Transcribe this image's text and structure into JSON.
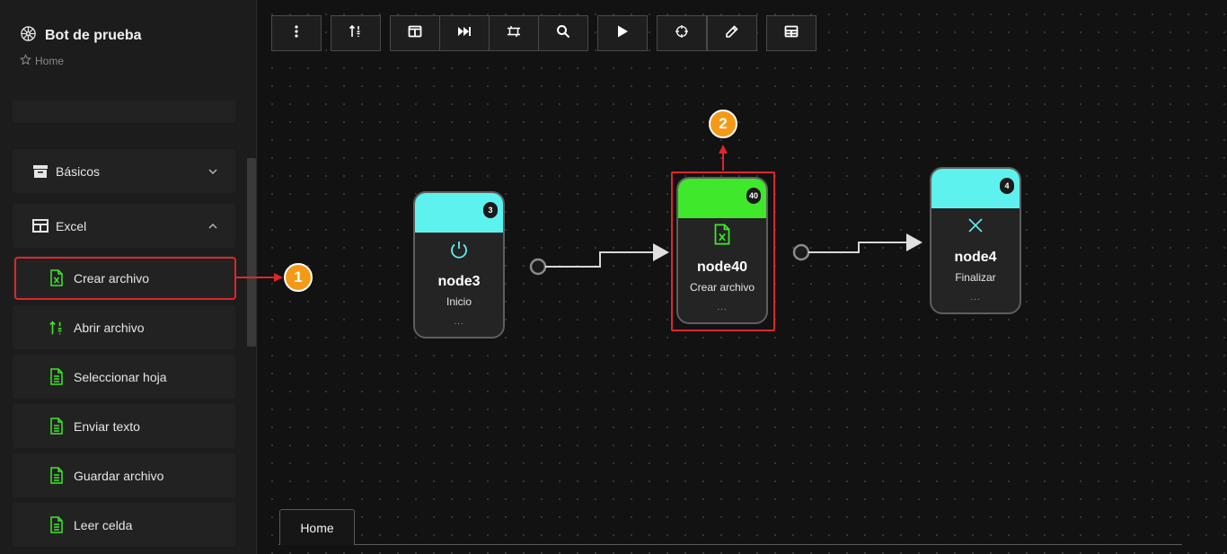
{
  "app": {
    "title": "Bot de prueba",
    "breadcrumb": "Home"
  },
  "sidebar": {
    "groups": [
      {
        "label": "Básicos",
        "icon": "archive-box-icon",
        "expanded": false
      },
      {
        "label": "Excel",
        "icon": "table-icon",
        "expanded": true
      }
    ],
    "excel_items": [
      {
        "label": "Crear archivo",
        "icon": "excel-file-icon"
      },
      {
        "label": "Abrir archivo",
        "icon": "sort-arrows-icon"
      },
      {
        "label": "Seleccionar hoja",
        "icon": "document-icon"
      },
      {
        "label": "Enviar texto",
        "icon": "document-icon"
      },
      {
        "label": "Guardar archivo",
        "icon": "document-icon"
      },
      {
        "label": "Leer celda",
        "icon": "document-icon"
      }
    ]
  },
  "toolbar": {
    "buttons": [
      "more-vertical-icon",
      "sort-arrows-icon",
      "panel-icon",
      "skip-forward-icon",
      "frame-icon",
      "search-icon",
      "play-icon",
      "crosshair-icon",
      "eyedropper-icon",
      "table-icon"
    ]
  },
  "nodes": [
    {
      "id": "node3",
      "subtitle": "Inicio",
      "badge": "3",
      "dots": "...",
      "color": "#5ef2ee",
      "icon": "power-icon"
    },
    {
      "id": "node40",
      "subtitle": "Crear archivo",
      "badge": "40",
      "dots": "...",
      "color": "#3fe82a",
      "icon": "excel-file-icon"
    },
    {
      "id": "node4",
      "subtitle": "Finalizar",
      "badge": "4",
      "dots": "...",
      "color": "#5ef2ee",
      "icon": "close-icon"
    }
  ],
  "callouts": [
    "1",
    "2"
  ],
  "tabs": [
    {
      "label": "Home"
    }
  ],
  "colors": {
    "accent_green": "#3fe82a",
    "accent_cyan": "#5ef2ee",
    "highlight_red": "#e0262a",
    "callout_orange": "#f59a17"
  }
}
